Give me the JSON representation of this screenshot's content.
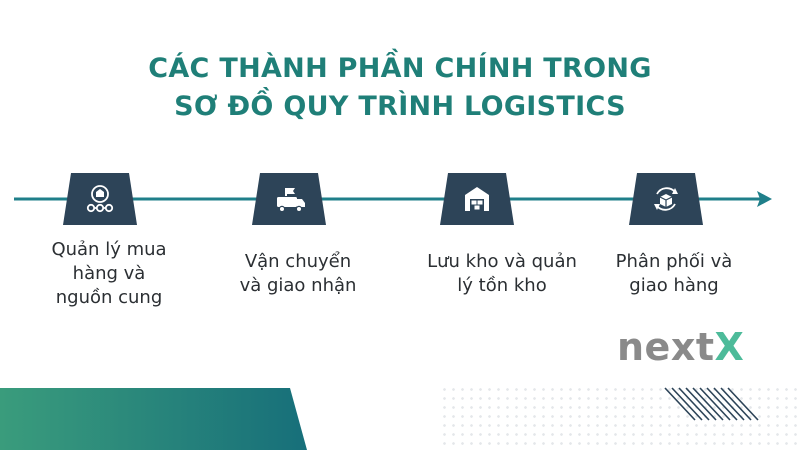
{
  "title": {
    "line1": "CÁC THÀNH PHẦN CHÍNH TRONG",
    "line2": "SƠ ĐỒ QUY TRÌNH LOGISTICS"
  },
  "steps": [
    {
      "icon": "procurement-icon",
      "label_lines": [
        "Quản lý mua",
        "hàng và",
        "nguồn cung"
      ]
    },
    {
      "icon": "truck-icon",
      "label_lines": [
        "Vận chuyển",
        "và giao nhận"
      ]
    },
    {
      "icon": "warehouse-icon",
      "label_lines": [
        "Lưu kho và quản",
        "lý tồn kho"
      ]
    },
    {
      "icon": "delivery-box-icon",
      "label_lines": [
        "Phân phối và",
        "giao hàng"
      ]
    }
  ],
  "brand": {
    "part1": "next",
    "part2": "X"
  },
  "colors": {
    "title": "#1f7f78",
    "line": "#1f7f8a",
    "box": "#2d4458",
    "text": "#2b2f33",
    "band_start": "#3a9c7c",
    "band_end": "#176f7a"
  }
}
